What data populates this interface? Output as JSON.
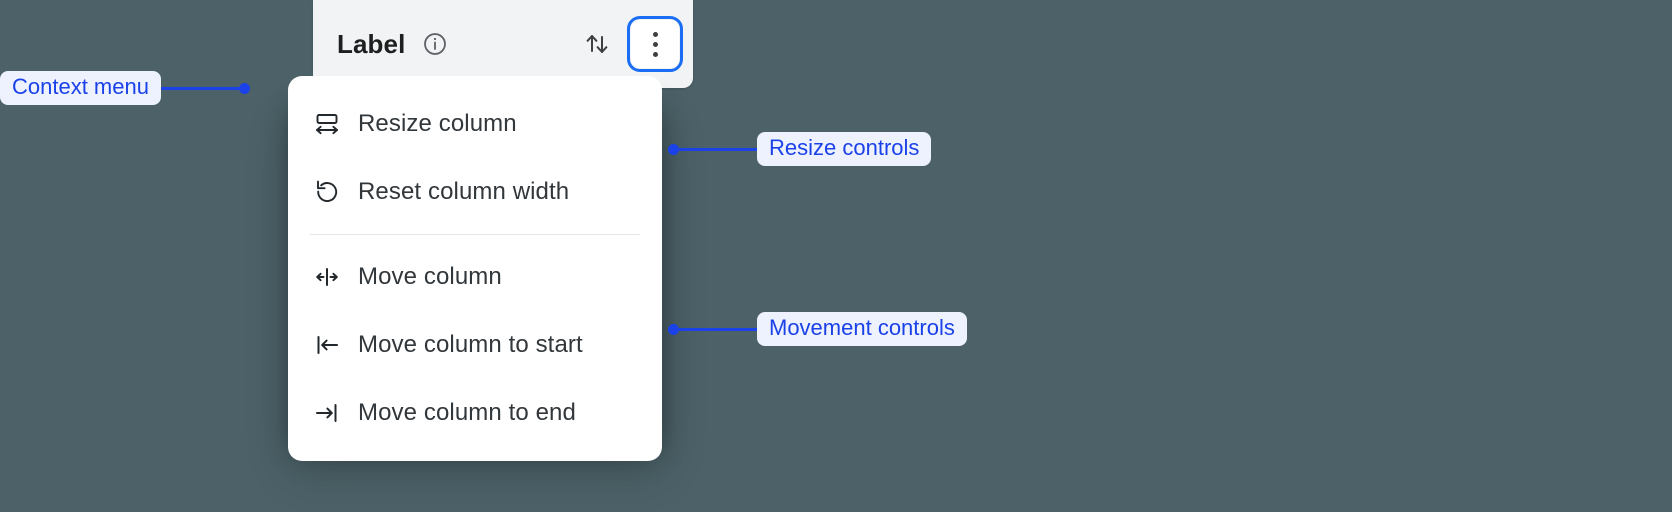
{
  "background_color": "#4c6268",
  "accent_color": "#1a42e8",
  "focus_ring_color": "#1b6ef3",
  "column_header": {
    "title": "Label",
    "info_icon": "info-circle-icon",
    "sort_icon": "sort-arrows-icon",
    "kebab_icon": "more-vertical-icon"
  },
  "context_menu": {
    "groups": [
      {
        "name": "resize",
        "items": [
          {
            "icon": "resize-column-icon",
            "label": "Resize column"
          },
          {
            "icon": "reset-width-icon",
            "label": "Reset column width"
          }
        ]
      },
      {
        "name": "movement",
        "items": [
          {
            "icon": "move-column-icon",
            "label": "Move column"
          },
          {
            "icon": "move-to-start-icon",
            "label": "Move column to start"
          },
          {
            "icon": "move-to-end-icon",
            "label": "Move column to end"
          }
        ]
      }
    ]
  },
  "annotations": [
    {
      "id": "context",
      "label": "Context menu"
    },
    {
      "id": "resize",
      "label": "Resize controls"
    },
    {
      "id": "movement",
      "label": "Movement controls"
    }
  ]
}
